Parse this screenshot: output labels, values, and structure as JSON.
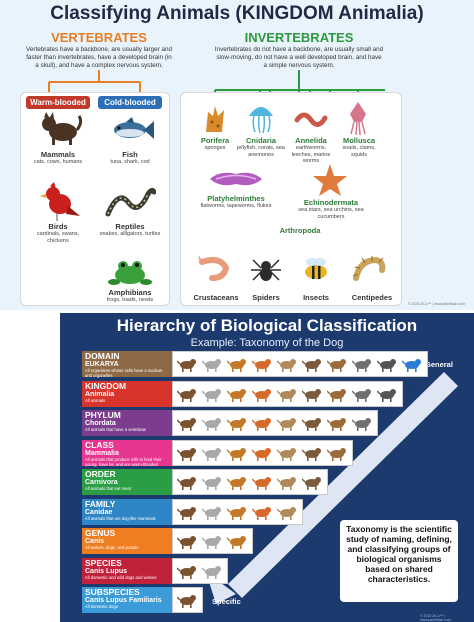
{
  "poster1": {
    "title": "Classifying Animals (KINGDOM Animalia)",
    "vertebrates": {
      "title": "VERTEBRATES",
      "description": "Vertebrates have a backbone, are usually larger and faster than invertebrates, have a developed brain (in a skull), and have a complex nervous system."
    },
    "invertebrates": {
      "title": "INVERTEBRATES",
      "description": "Invertebrates do not have a backbone, are usually small and slow-moving, do not have a well developed brain, and have a simple nervous system."
    },
    "warm_blooded": "Warm-blooded",
    "cold_blooded": "Cold-blooded",
    "vertebrate_groups": [
      {
        "name": "Mammals",
        "desc": "cats, cows, humans"
      },
      {
        "name": "Fish",
        "desc": "tuna, shark, cod"
      },
      {
        "name": "Birds",
        "desc": "cardinals, swans, chickens"
      },
      {
        "name": "Reptiles",
        "desc": "snakes, alligators, turtles"
      },
      {
        "name": "Amphibians",
        "desc": "frogs, toads, newts"
      }
    ],
    "invertebrate_groups": [
      {
        "name": "Porifera",
        "desc": "sponges"
      },
      {
        "name": "Cnidaria",
        "desc": "jellyfish, corals, sea anemones"
      },
      {
        "name": "Annelida",
        "desc": "earthworms, leeches, marine worms"
      },
      {
        "name": "Mollusca",
        "desc": "snails, clams, squids"
      },
      {
        "name": "Platyhelminthes",
        "desc": "flatworms, tapeworms, flukes"
      },
      {
        "name": "Echinodermata",
        "desc": "sea stars, sea urchins, sea cucumbers"
      },
      {
        "name": "Arthropoda",
        "desc": ""
      }
    ],
    "arthropods": [
      "Crustaceans",
      "Spiders",
      "Insects",
      "Centipedes"
    ],
    "copyright": "© 2023 ZiCo™ | www.palmflash.com"
  },
  "poster2": {
    "title": "Hierarchy of Biological Classification",
    "subtitle": "Example: Taxonomy of the Dog",
    "general_label": "General",
    "specific_label": "Specific",
    "ranks": [
      {
        "rank": "DOMAIN",
        "value": "EUKARYA",
        "desc": "All organisms whose cells have a nucleus and organelles",
        "color": "#8d6a45",
        "count": 10
      },
      {
        "rank": "KINGDOM",
        "value": "Animalia",
        "desc": "All animals",
        "color": "#d9342b",
        "count": 9
      },
      {
        "rank": "PHYLUM",
        "value": "Chordata",
        "desc": "All animals that have a vertebrae",
        "color": "#7d3d8e",
        "count": 8
      },
      {
        "rank": "CLASS",
        "value": "Mammalia",
        "desc": "All animals that produce milk to feed their young, have fur, and are warm-blooded",
        "color": "#e7368f",
        "count": 7
      },
      {
        "rank": "ORDER",
        "value": "Carnivora",
        "desc": "All animals that eat meat",
        "color": "#2a9d45",
        "count": 6
      },
      {
        "rank": "FAMILY",
        "value": "Canidae",
        "desc": "All animals that are dog-like mammals",
        "color": "#2f86c6",
        "count": 5
      },
      {
        "rank": "GENUS",
        "value": "Canis",
        "desc": "All wolves, dogs, and jackals",
        "color": "#ef7d22",
        "count": 3
      },
      {
        "rank": "SPECIES",
        "value": "Canis Lupus",
        "desc": "All domestic and wild dogs and wolves",
        "color": "#c0223b",
        "count": 2
      },
      {
        "rank": "SUBSPECIES",
        "value": "Canis Lupus Familiaris",
        "desc": "All domestic dogs",
        "color": "#3b9bd8",
        "count": 1
      }
    ],
    "taxonomy_note": "Taxonomy is the scientific study of naming, defining, and classifying groups of biological organisms based on shared characteristics.",
    "copyright": "© 2023 ZiCo™ | www.palmflash.com"
  },
  "colors": {
    "vertebrate_orange": "#e67e22",
    "invertebrate_green": "#2e9a3e",
    "warm_red": "#c0392b",
    "cold_blue": "#2d6fb7",
    "poster2_bg": "#1d3a6e"
  }
}
